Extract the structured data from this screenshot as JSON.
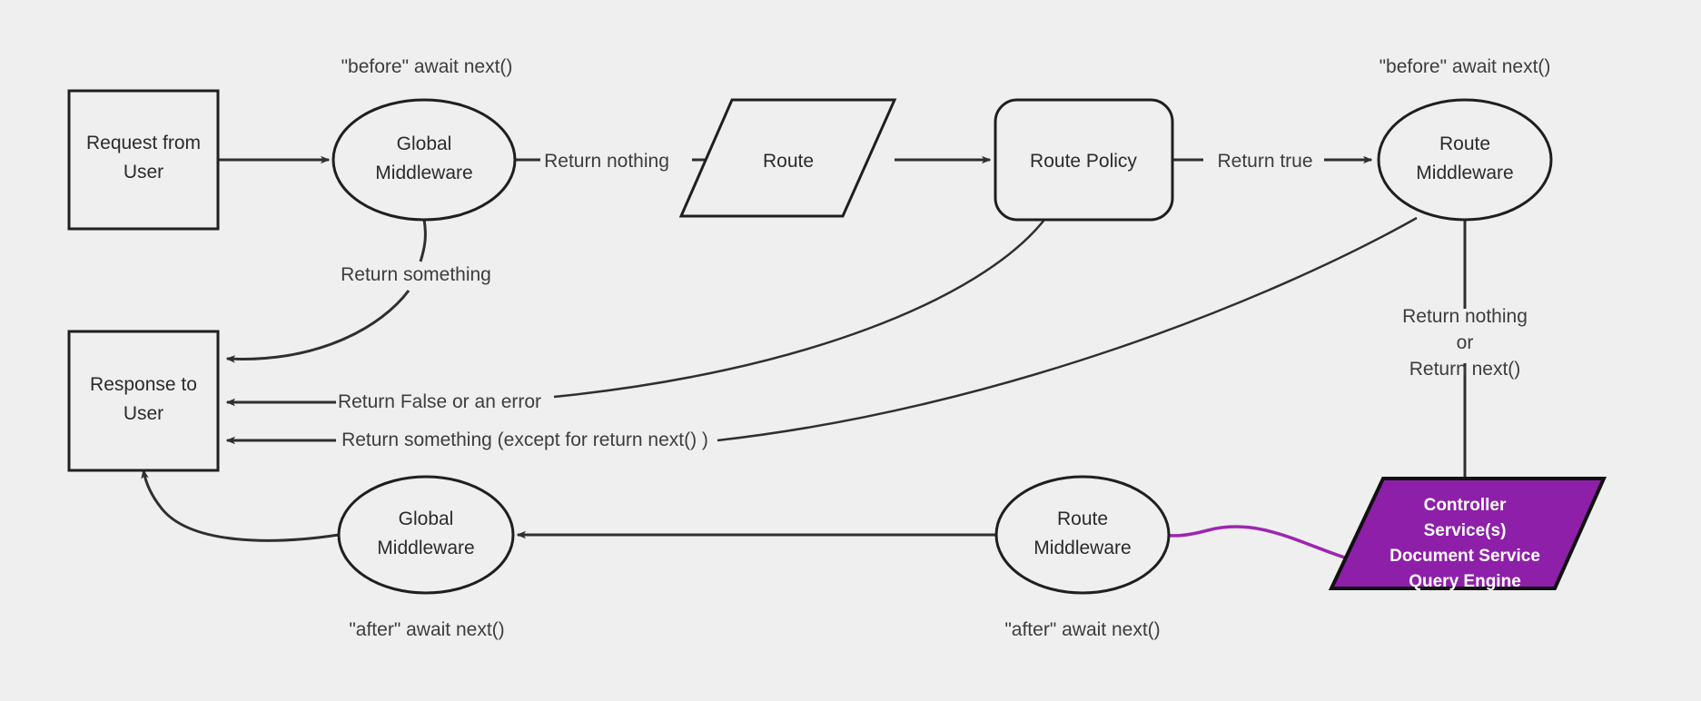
{
  "diagram": {
    "title": "Request lifecycle middleware flow",
    "background_color": "#efefef",
    "accent_color": "#8e1fa9",
    "stroke_color": "#1f1f1f"
  },
  "nodes": {
    "request_from_user": {
      "line1": "Request from",
      "line2": "User",
      "shape": "rectangle"
    },
    "global_middleware_top": {
      "line1": "Global",
      "line2": "Middleware",
      "shape": "ellipse"
    },
    "route": {
      "line1": "Route",
      "shape": "parallelogram"
    },
    "route_policy": {
      "line1": "Route Policy",
      "shape": "rounded-rectangle"
    },
    "route_middleware_top": {
      "line1": "Route",
      "line2": "Middleware",
      "shape": "ellipse"
    },
    "controller_services": {
      "line1": "Controller",
      "line2": "Service(s)",
      "line3": "Document Service",
      "line4": "Query Engine",
      "shape": "parallelogram",
      "fill": "#8e1fa9"
    },
    "route_middleware_bottom": {
      "line1": "Route",
      "line2": "Middleware",
      "shape": "ellipse"
    },
    "global_middleware_bottom": {
      "line1": "Global",
      "line2": "Middleware",
      "shape": "ellipse"
    },
    "response_to_user": {
      "line1": "Response to",
      "line2": "User",
      "shape": "rectangle"
    }
  },
  "annotations": {
    "before_await_next_global": "\"before\" await next()",
    "before_await_next_route": "\"before\" await next()",
    "after_await_next_global": "\"after\" await next()",
    "after_await_next_route": "\"after\" await next()"
  },
  "edge_labels": {
    "return_nothing": "Return nothing",
    "return_true": "Return true",
    "return_something_global": "Return something",
    "return_false_or_error": "Return False or an error",
    "return_something_except": "Return something (except for return next() )",
    "return_nothing_or_next_line1": "Return nothing",
    "return_nothing_or_next_line2": "or",
    "return_nothing_or_next_line3": "Return next()"
  }
}
